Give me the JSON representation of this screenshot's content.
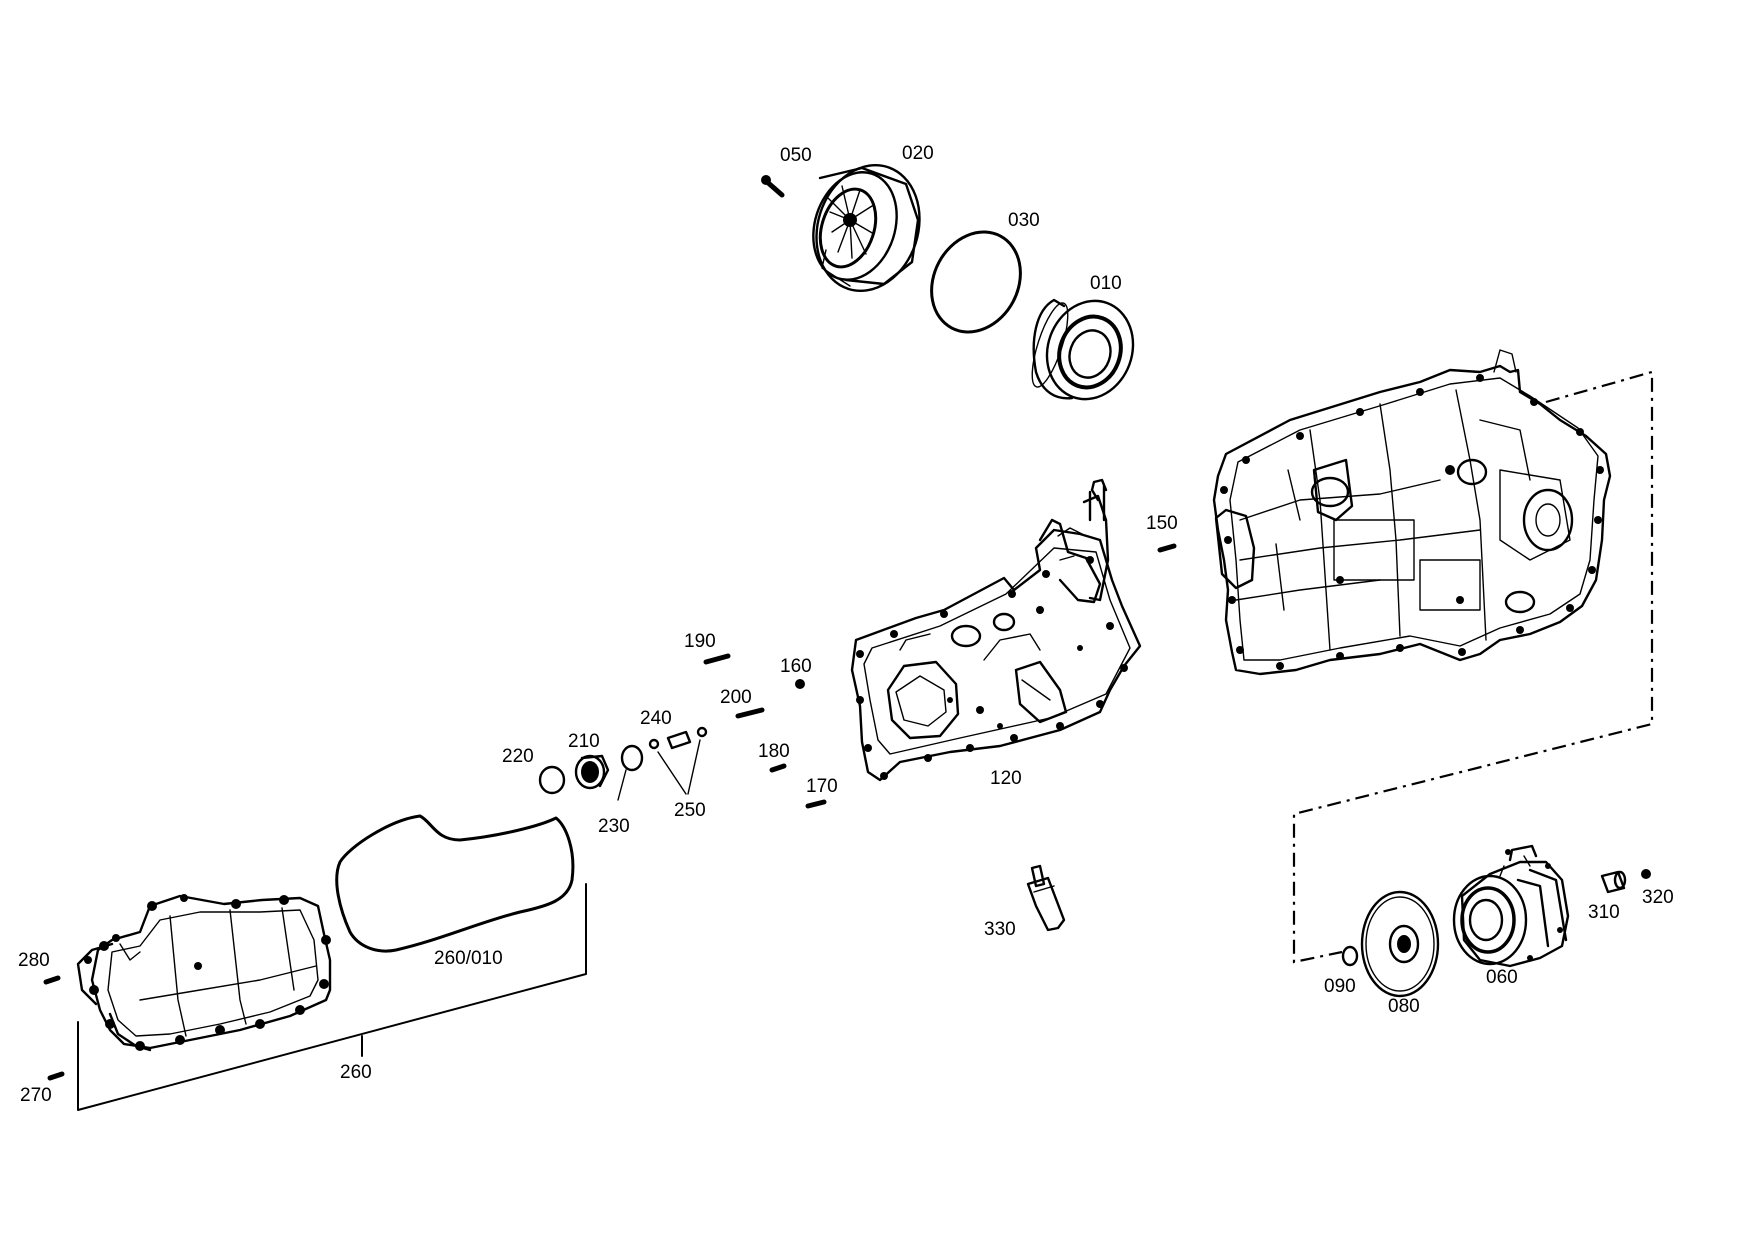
{
  "diagram": {
    "callouts": {
      "p010": "010",
      "p020": "020",
      "p030": "030",
      "p050": "050",
      "p060": "060",
      "p080": "080",
      "p090": "090",
      "p120": "120",
      "p150": "150",
      "p160": "160",
      "p170": "170",
      "p180": "180",
      "p190": "190",
      "p200": "200",
      "p210": "210",
      "p220": "220",
      "p230": "230",
      "p240": "240",
      "p250": "250",
      "p260": "260",
      "p260_010": "260/010",
      "p270": "270",
      "p280": "280",
      "p310": "310",
      "p320": "320",
      "p330": "330"
    }
  }
}
